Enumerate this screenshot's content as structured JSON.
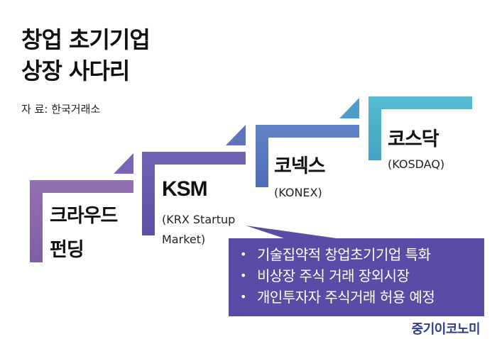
{
  "title": {
    "line1": "창업 초기기업",
    "line2": "상장 사다리"
  },
  "source": "자 료: 한국거래소",
  "steps": [
    {
      "label_line1": "크라우드",
      "label_line2": "펀딩",
      "color": "#8c68ad"
    },
    {
      "label": "KSM",
      "sub_line1": "(KRX Startup",
      "sub_line2": "Market)",
      "color": "#6a5cb0"
    },
    {
      "label": "코넥스",
      "sub": "(KONEX)",
      "color": "#5a78c0"
    },
    {
      "label": "코스닥",
      "sub": "(KOSDAQ)",
      "color": "#4fb0ca"
    }
  ],
  "callout": {
    "color": "#5c4ba6",
    "items": [
      "기술집약적 창업초기기업 특화",
      "비상장 주식 거래 장외시장",
      "개인투자자 주식거래 허용 예정"
    ]
  },
  "logo": "중기이코노미"
}
